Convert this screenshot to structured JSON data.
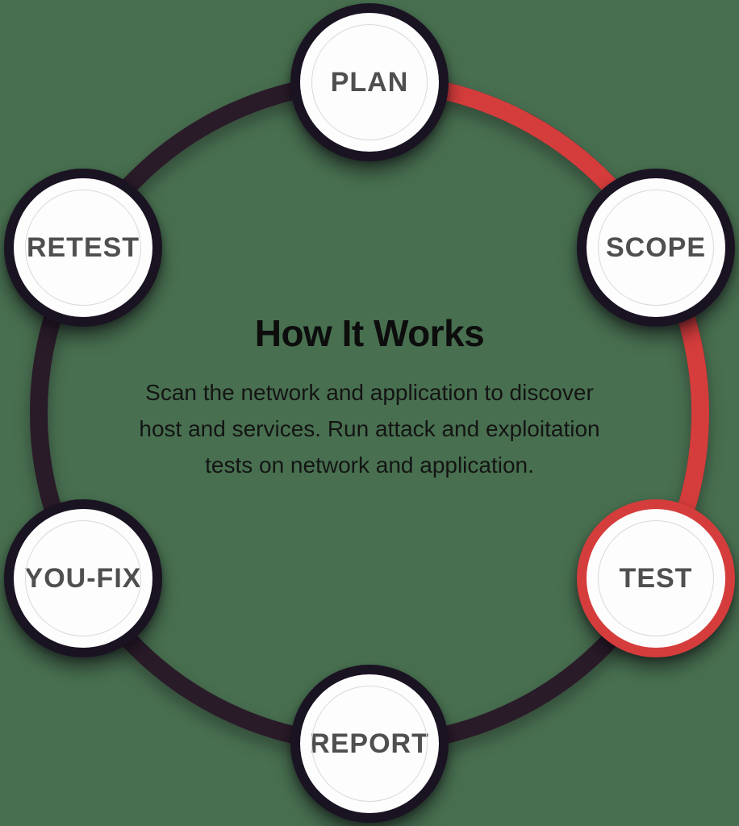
{
  "diagram": {
    "title": "How It Works",
    "description": "Scan the network and application to discover host and services. Run attack and exploitation tests on network and application.",
    "selected_step": "TEST"
  },
  "ring": {
    "base_color": "#2a1b29",
    "highlight_color": "#d53d3c"
  },
  "nodes": [
    {
      "label": "PLAN",
      "highlighted": false
    },
    {
      "label": "SCOPE",
      "highlighted": false
    },
    {
      "label": "TEST",
      "highlighted": true
    },
    {
      "label": "REPORT",
      "highlighted": false
    },
    {
      "label": "YOU-FIX",
      "highlighted": false
    },
    {
      "label": "RETEST",
      "highlighted": false
    }
  ],
  "colors": {
    "background": "#487050",
    "node_border": "#1a1322",
    "node_fill": "#ffffff",
    "node_label": "#4f4f4f",
    "inner_ring": "#d9d9d9",
    "highlight_red": "#d53d3c",
    "ring_dark": "#2a1b29",
    "text": "#111111"
  }
}
